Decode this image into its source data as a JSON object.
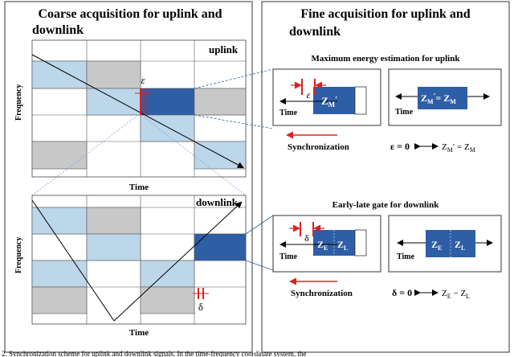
{
  "left_panel": {
    "title_line1": "Coarse acquisition for uplink and",
    "title_line2": "downlink",
    "uplink_label": "uplink",
    "downlink_label": "downlink",
    "y_axis_label": "Frequency",
    "x_axis_label": "Time",
    "epsilon_symbol": "ε",
    "delta_symbol": "δ"
  },
  "right_panel": {
    "title_line1": "Fine acquisition for uplink and",
    "title_line2": "downlink",
    "uplink_section": {
      "heading": "Maximum energy estimation for uplink",
      "box1_block": "Z",
      "box1_sub": "M",
      "box1_prime": "′",
      "epsilon_symbol": "ε",
      "time_label": "Time",
      "box2_lhs": "Z",
      "box2_lhs_sub": "M",
      "box2_prime": "′",
      "box2_eq": "= Z",
      "box2_rhs_sub": "M",
      "sync_label": "Synchronization",
      "cond_left": "ε = 0",
      "cond_right": "Z",
      "cond_right_sub1": "M",
      "cond_right_mid": "′ = Z",
      "cond_right_sub2": "M"
    },
    "downlink_section": {
      "heading": "Early-late gate for downlink",
      "delta_symbol": "δ",
      "time_label": "Time",
      "ze": "Z",
      "ze_sub": "E",
      "zl": "Z",
      "zl_sub": "L",
      "sync_label": "Synchronization",
      "cond_left": "δ = 0",
      "cond_z1": "Z",
      "cond_z1_sub": "E",
      "cond_mid": " − Z",
      "cond_z2_sub": "L"
    }
  },
  "caption_fragment": "2.  Synchronization scheme for uplink and downlink signals. In the time-frequency coordinate system, the",
  "colors": {
    "light_blue": "#bcd6ea",
    "dark_blue": "#2e5ea6",
    "grey": "#c8c8c8",
    "red": "#e02020",
    "border": "#333333"
  }
}
